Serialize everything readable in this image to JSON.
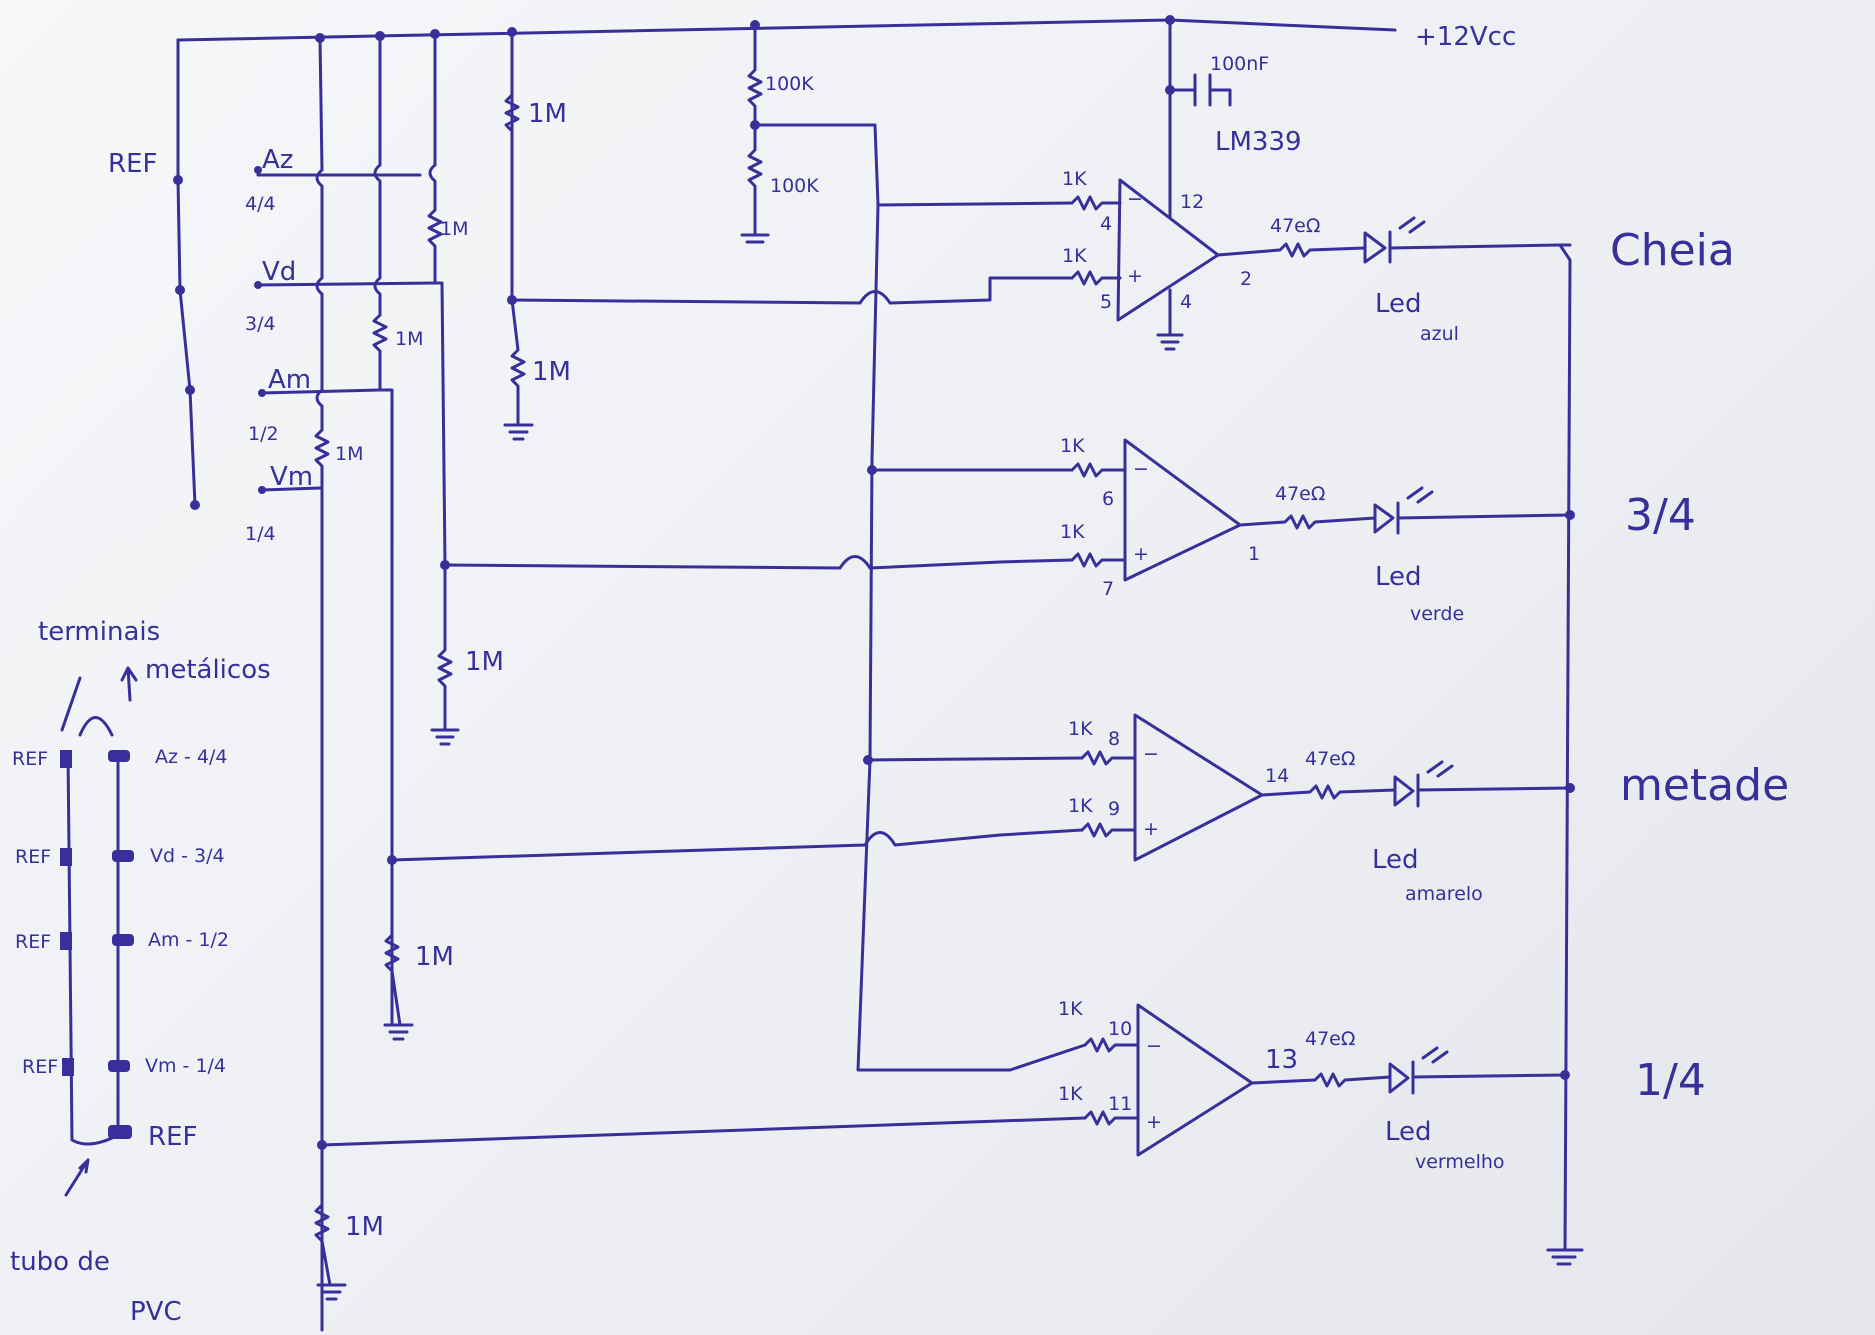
{
  "supply": {
    "label": "+12Vcc",
    "cap": "100nF",
    "ic": "LM339",
    "ref": "REF"
  },
  "probes": [
    {
      "name": "Az",
      "level": "4/4"
    },
    {
      "name": "Vd",
      "level": "3/4"
    },
    {
      "name": "Am",
      "level": "1/2"
    },
    {
      "name": "Vm",
      "level": "1/4"
    }
  ],
  "resistors": {
    "r1M": "1M",
    "r100k_top": "100K",
    "r100k_bottom": "100K",
    "r1k": "1K",
    "r470": "47eΩ"
  },
  "comparators": [
    {
      "pin_minus": "4",
      "pin_plus": "5",
      "pin_out": "2",
      "pin_vcc": "12",
      "pin_gnd": "4",
      "led": "Led",
      "color": "azul",
      "level_label": "Cheia"
    },
    {
      "pin_minus": "6",
      "pin_plus": "7",
      "pin_out": "1",
      "led": "Led",
      "color": "verde",
      "level_label": "3/4"
    },
    {
      "pin_minus": "8",
      "pin_plus": "9",
      "pin_out": "14",
      "led": "Led",
      "color": "amarelo",
      "level_label": "metade"
    },
    {
      "pin_minus": "10",
      "pin_plus": "11",
      "pin_out": "13",
      "led": "Led",
      "color": "vermelho",
      "level_label": "1/4"
    }
  ],
  "tube": {
    "title_line1": "terminais",
    "title_line2": "metálicos",
    "terminals": [
      {
        "left": "REF",
        "right": "Az - 4/4"
      },
      {
        "left": "REF",
        "right": "Vd - 3/4"
      },
      {
        "left": "REF",
        "right": "Am - 1/2"
      },
      {
        "left": "REF",
        "right": "Vm - 1/4"
      },
      {
        "left": "",
        "right": "REF"
      }
    ],
    "caption_line1": "tubo de",
    "caption_line2": "PVC"
  },
  "colors": {
    "ink": "#3a2e9a",
    "paper": "#f2f3f5"
  }
}
